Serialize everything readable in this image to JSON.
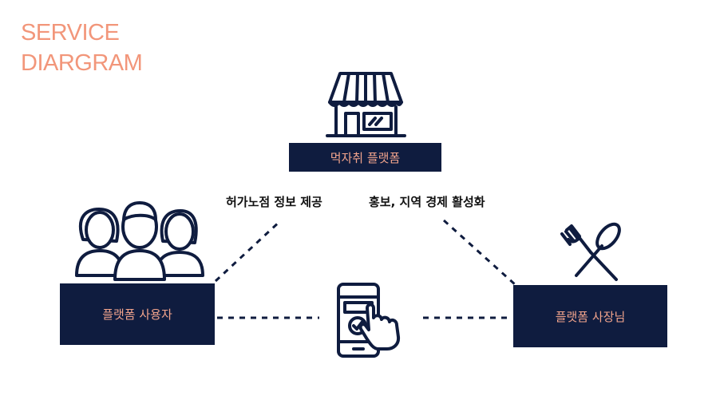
{
  "title": {
    "line1": "SERVICE",
    "line2": "DIARGRAM"
  },
  "nodes": {
    "platform": "먹자취 플랫폼",
    "user": "플랫폼 사용자",
    "owner": "플랫폼 사장님"
  },
  "edges": {
    "left_label": "허가노점 정보 제공",
    "right_label": "홍보, 지역 경제 활성화"
  },
  "icons": {
    "store": "store-icon",
    "users": "users-icon",
    "utensils": "fork-knife-icon",
    "phone": "phone-tap-icon"
  },
  "colors": {
    "accent": "#f2967a",
    "navy": "#0f1c3f"
  }
}
